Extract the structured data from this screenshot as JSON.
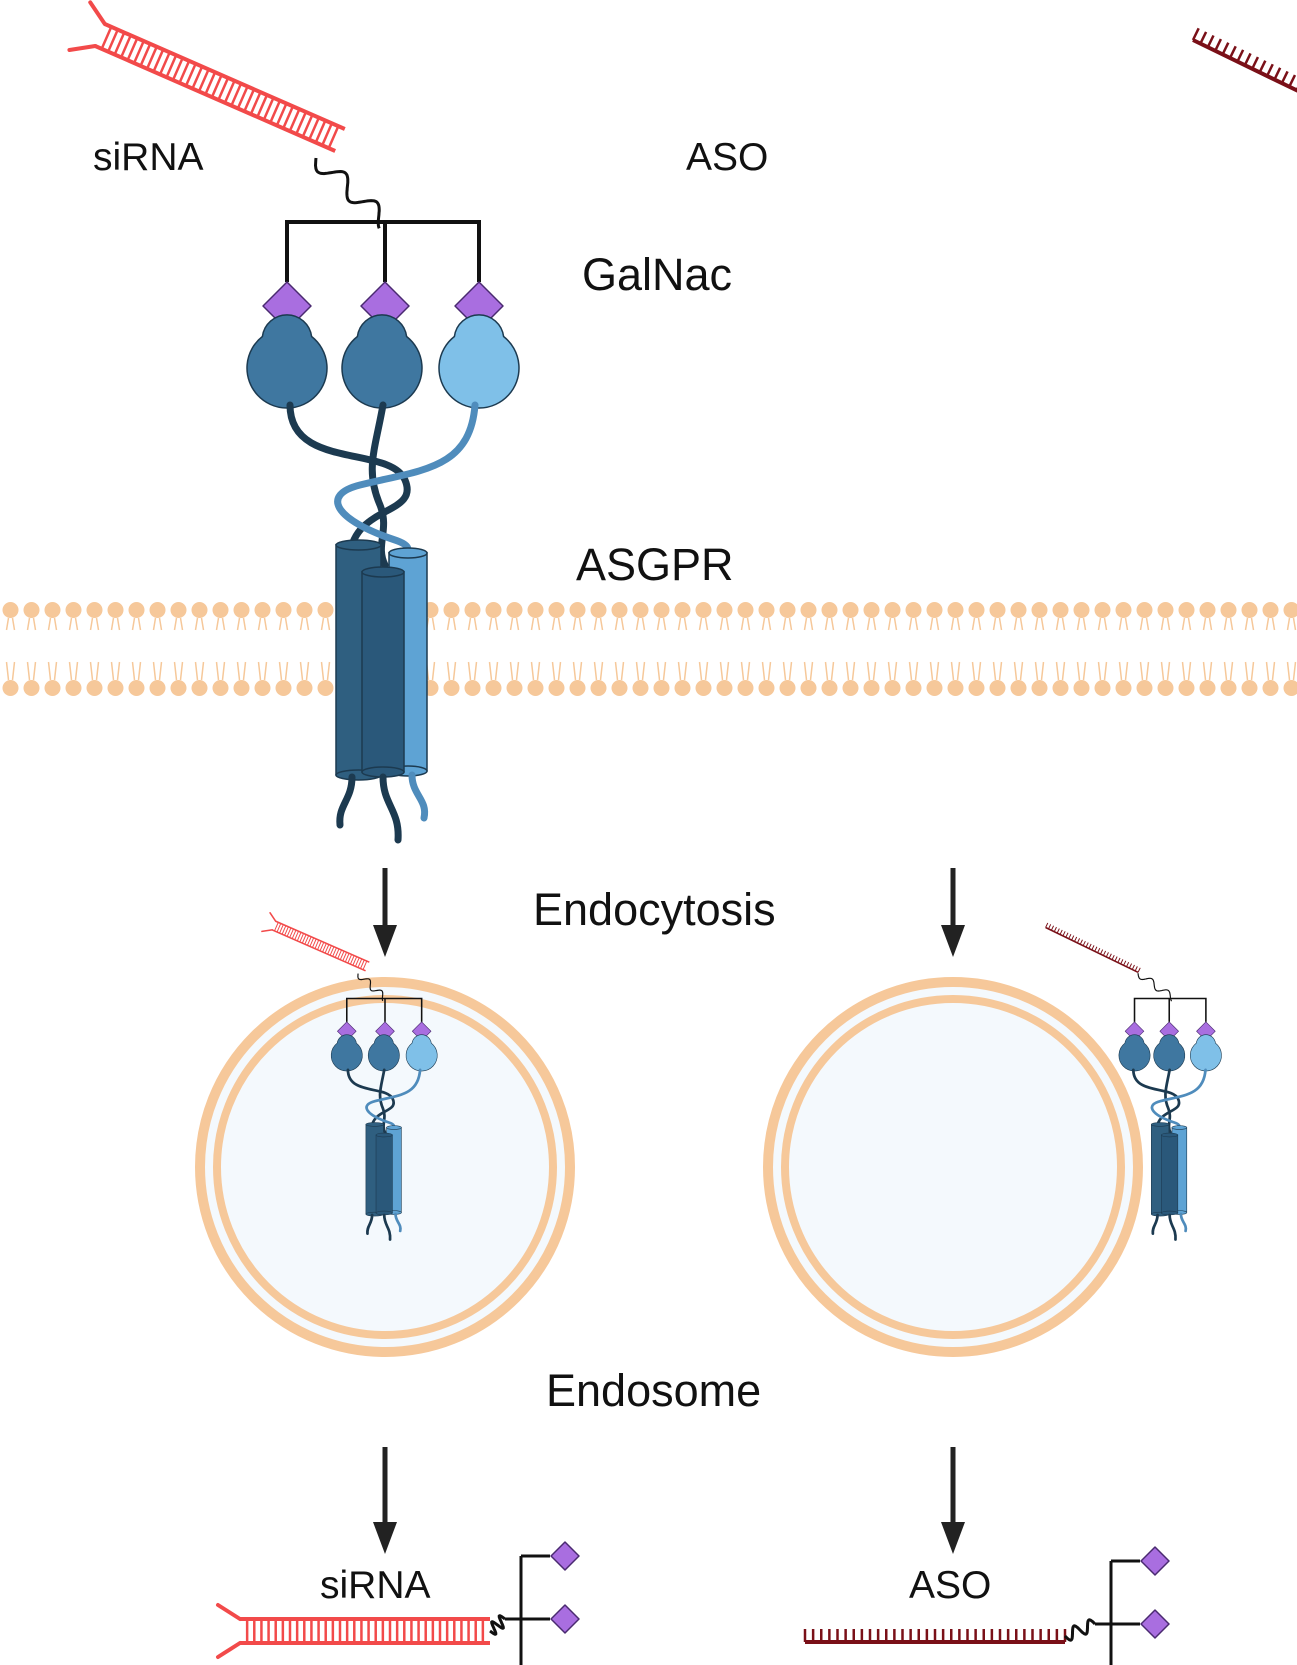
{
  "labels": {
    "sirna_top": "siRNA",
    "aso_top": "ASO",
    "galnac": "GalNac",
    "asgpr": "ASGPR",
    "endocytosis": "Endocytosis",
    "endosome": "Endosome",
    "sirna_bottom": "siRNA",
    "aso_bottom": "ASO"
  },
  "colors": {
    "sirna": "#f24a4a",
    "aso": "#7a1018",
    "galnac": "#a96ee0",
    "galnac_stroke": "#4a2a70",
    "receptor_dark": "#2f5f80",
    "receptor_mid": "#3f77a0",
    "receptor_light": "#7fc0e8",
    "receptor_stroke": "#1c3a50",
    "membrane": "#f6c89a",
    "endosome_fill": "#f4f9fd",
    "arrow": "#222222"
  }
}
